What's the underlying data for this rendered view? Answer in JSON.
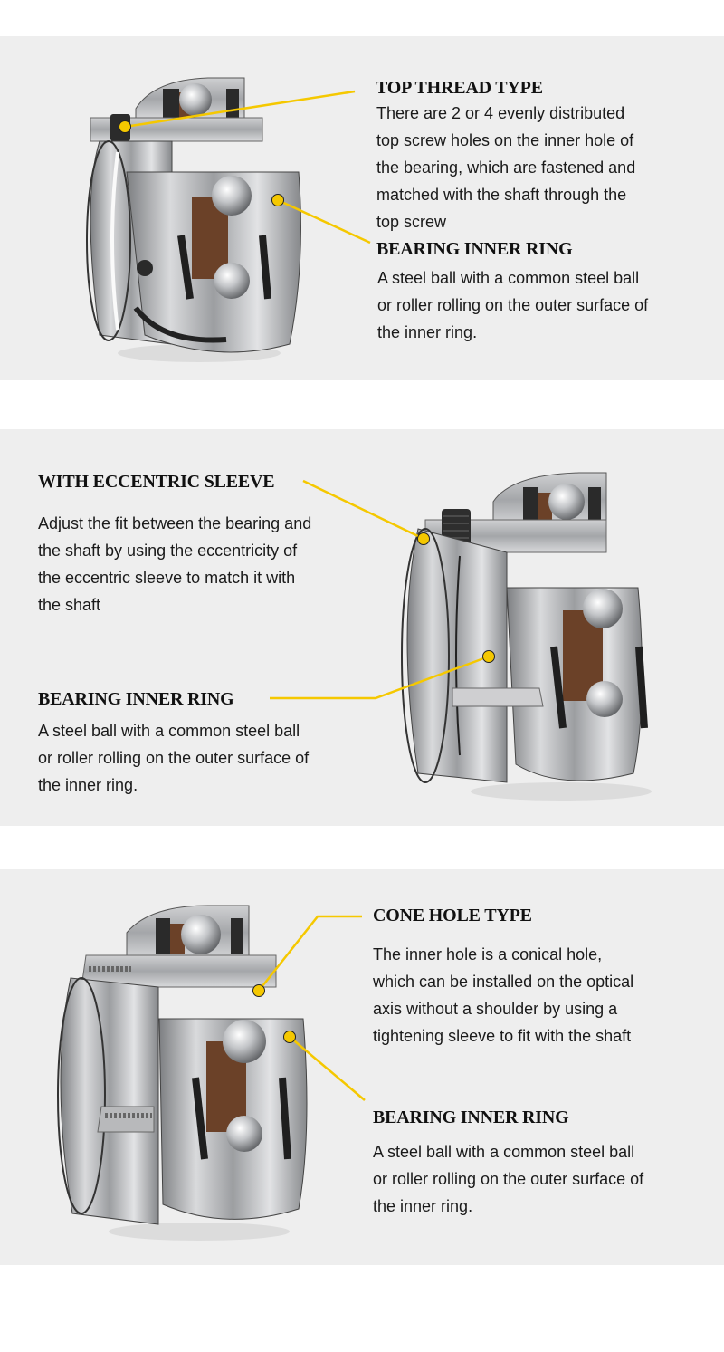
{
  "accent_color": "#f5c800",
  "panel_background": "#eeeeee",
  "sections": [
    {
      "image": "bearing-top-thread-type-cutaway",
      "callouts": [
        {
          "title": "TOP THREAD TYPE",
          "lines": [
            "There are 2 or 4 evenly distributed",
            "top screw holes on the inner hole of",
            "the bearing, which are fastened and",
            "matched with the shaft through the",
            "top screw"
          ]
        },
        {
          "title": "BEARING INNER RING",
          "lines": [
            "A steel ball with a common steel ball",
            "or roller rolling on the outer surface of",
            "the inner ring."
          ]
        }
      ]
    },
    {
      "image": "bearing-eccentric-sleeve-cutaway",
      "callouts": [
        {
          "title": "WITH ECCENTRIC SLEEVE",
          "lines": [
            "Adjust the fit between the bearing and",
            "the shaft by using the eccentricity of",
            "the eccentric sleeve to match it with",
            "the shaft"
          ]
        },
        {
          "title": "BEARING INNER RING",
          "lines": [
            "A steel ball with a common steel ball",
            "or roller rolling on the outer surface of",
            "the inner ring."
          ]
        }
      ]
    },
    {
      "image": "bearing-cone-hole-type-cutaway",
      "callouts": [
        {
          "title": "CONE HOLE TYPE",
          "lines": [
            "The inner hole is a conical hole,",
            "which can be installed on the optical",
            "axis without a shoulder by using a",
            "tightening sleeve to fit with the shaft"
          ]
        },
        {
          "title": "BEARING INNER RING",
          "lines": [
            "A steel ball with a common steel ball",
            "or roller rolling on the outer surface of",
            "the inner ring."
          ]
        }
      ]
    }
  ]
}
